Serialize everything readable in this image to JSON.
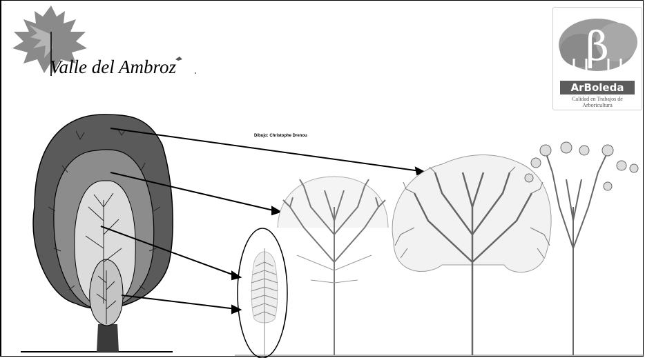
{
  "brand": {
    "name": "Valle del Ambroz"
  },
  "company": {
    "mark": "β",
    "name": "ArBoleda",
    "tagline": "Calidad en Trabajos de\nArboricultura"
  },
  "credit": "Dibujo: Christophe Drenou",
  "colors": {
    "crown_dark": "#5a5a5a",
    "crown_mid": "#8c8c8c",
    "crown_light": "#dcdcdc",
    "crown_inner": "#c4c4c4",
    "trunk": "#3a3a3a",
    "line": "#000000"
  }
}
